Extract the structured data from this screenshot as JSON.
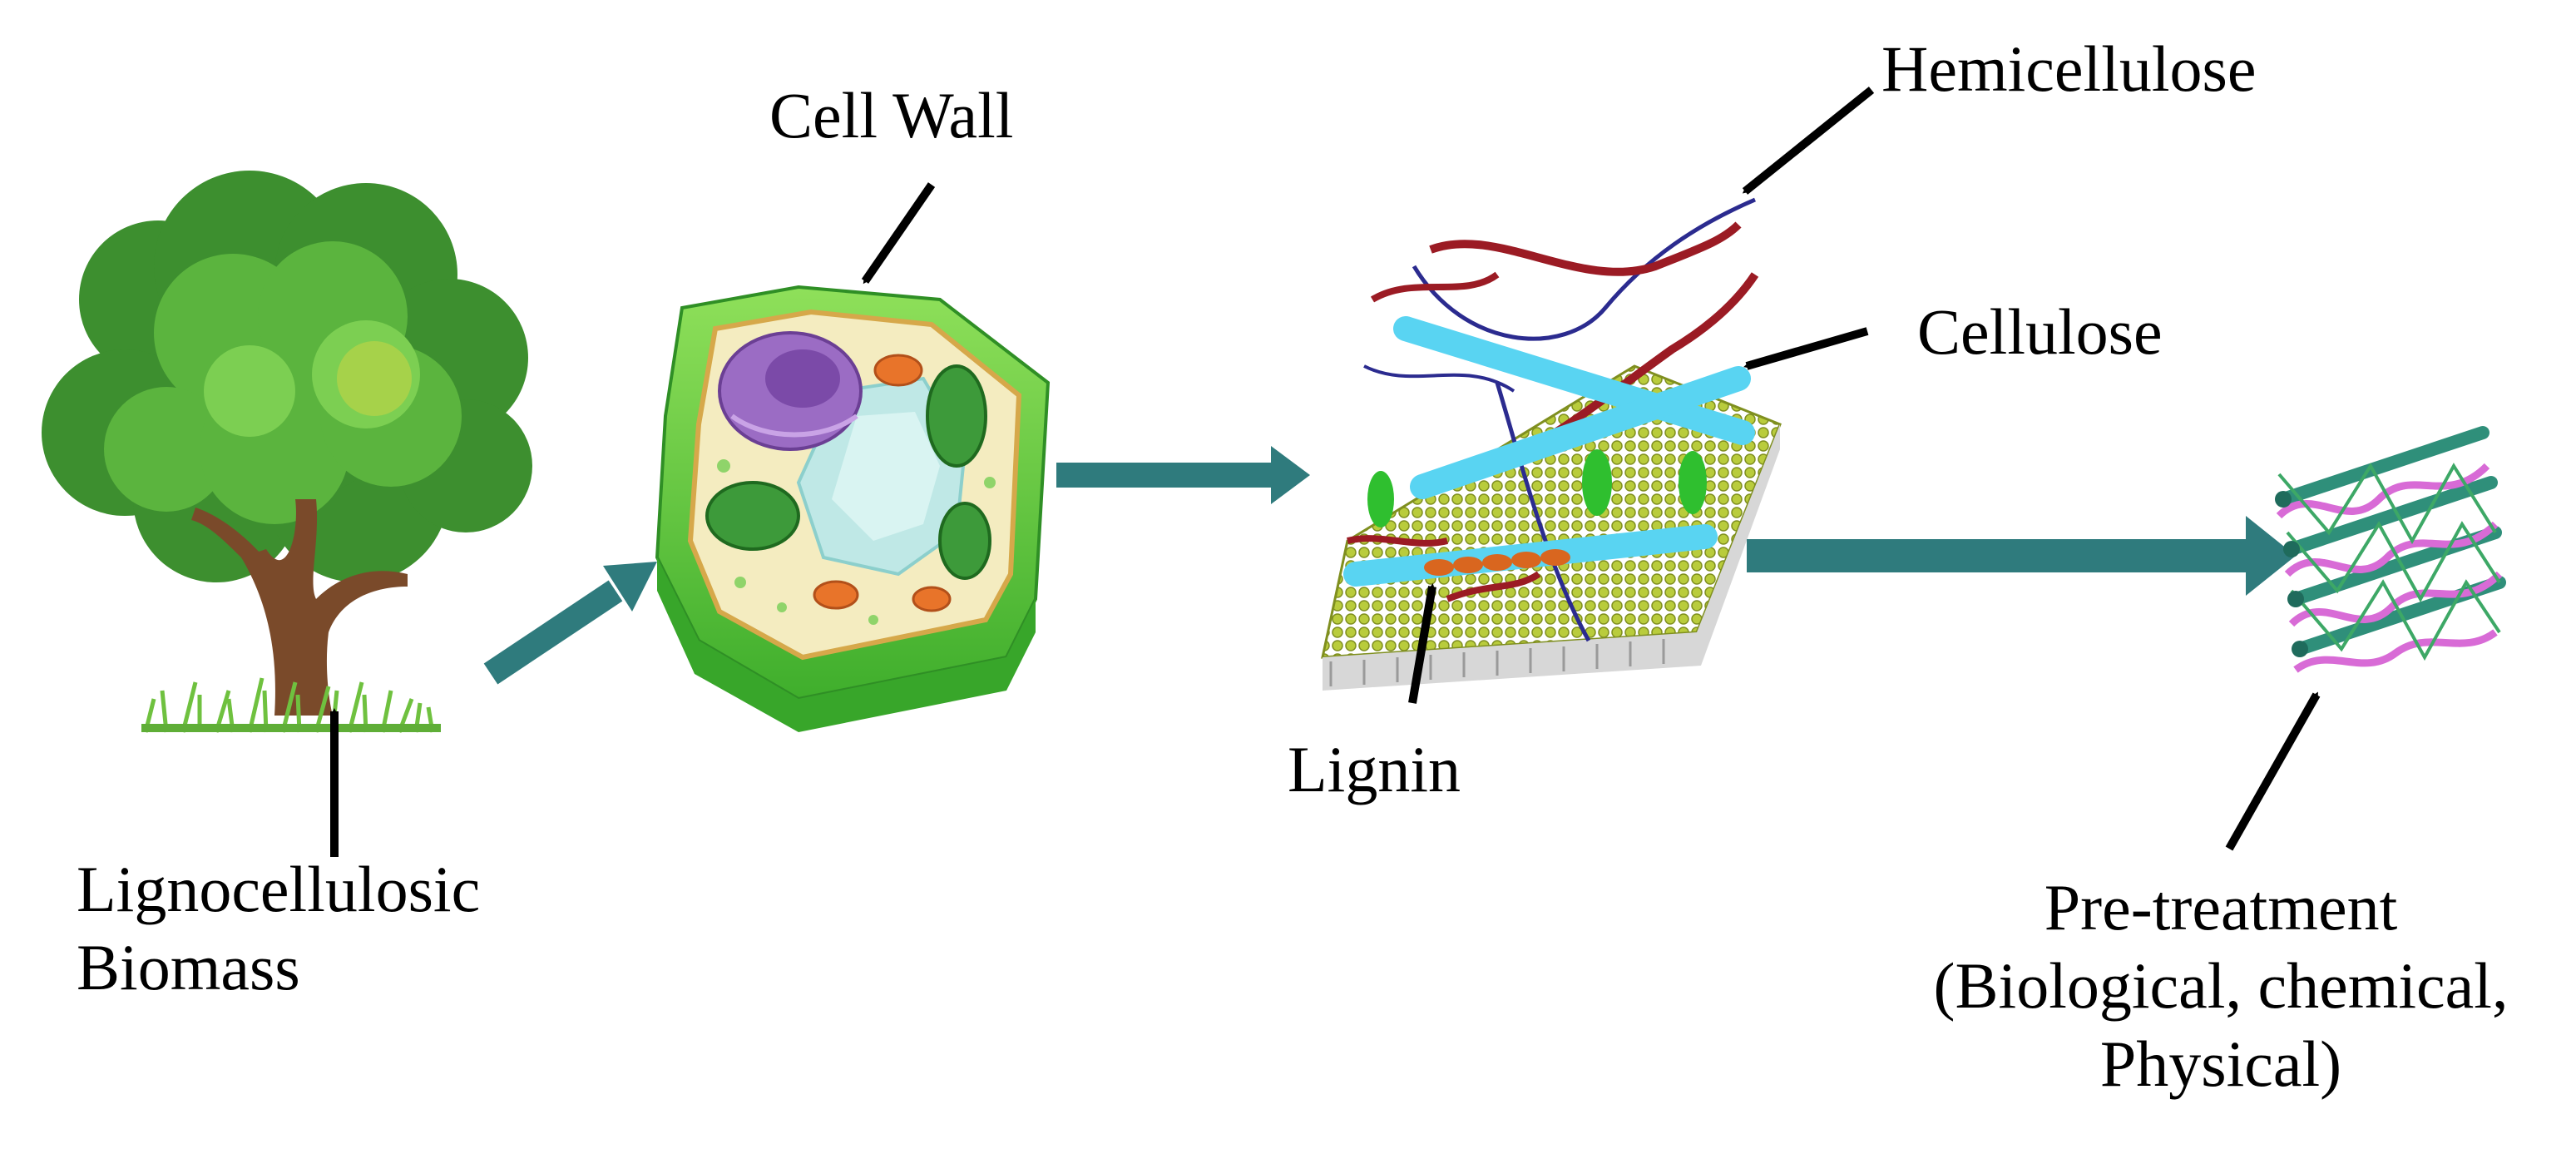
{
  "labels": {
    "biomass_line1": "Lignocellulosic",
    "biomass_line2": "Biomass",
    "cell_wall": "Cell Wall",
    "hemicellulose": "Hemicellulose",
    "cellulose": "Cellulose",
    "lignin": "Lignin",
    "pretreatment_line1": "Pre-treatment",
    "pretreatment_line2": "(Biological, chemical,",
    "pretreatment_line3": "Physical)"
  },
  "colors": {
    "flow_arrow": "#2f7b7d",
    "tree_foliage": "#55a93b",
    "tree_trunk": "#7a4a2a",
    "cell_wall_green": "#5dc33b",
    "vacuole": "#bfe8e6",
    "nucleus": "#9b6cc4",
    "cellulose": "#59d4f2",
    "hemicellulose": "#2b2b8f",
    "lignin_red": "#9b1b24",
    "lignin_orange": "#d9661f",
    "membrane": "#b5c83a",
    "fiber_pink": "#d86bd6",
    "fiber_teal": "#2f8f7a"
  }
}
